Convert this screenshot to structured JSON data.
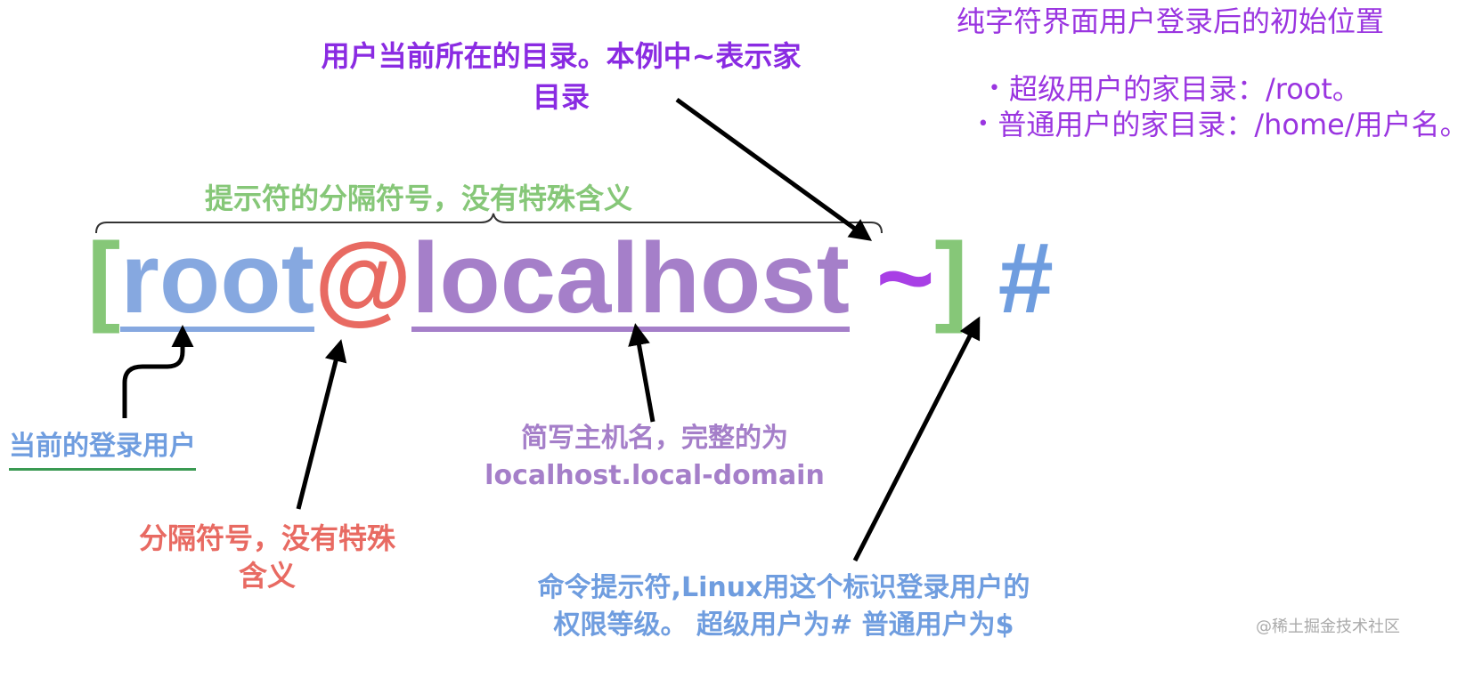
{
  "annotations": {
    "current_dir": "用户当前所在的目录。本例中~表示家目录",
    "separator": "提示符的分隔符号，没有特殊含义",
    "login_user": "当前的登录用户",
    "at_sign": "分隔符号，没有特殊含义",
    "hostname_line1": "简写主机名，完整的为",
    "hostname_line2": "localhost.local-domain",
    "prompt_line1": "命令提示符,Linux用这个标识登录用户的",
    "prompt_line2": "权限等级。 超级用户为#  普通用户为$"
  },
  "note": {
    "title": "纯字符界面用户登录后的初始位置",
    "bullet_root": "超级用户的家目录：/root。",
    "bullet_normal": "普通用户的家目录：/home/用户名。"
  },
  "prompt": {
    "open_bracket": "[",
    "user": "root",
    "at": "@",
    "host": "localhost",
    "dir": "~",
    "close_bracket": "]",
    "symbol": "#"
  },
  "watermark": "@稀土掘金技术社区",
  "colors": {
    "green": "#86c778",
    "blue": "#86a8e0",
    "red": "#e86a62",
    "purple": "#a57fc9",
    "violet": "#a83fe5"
  }
}
